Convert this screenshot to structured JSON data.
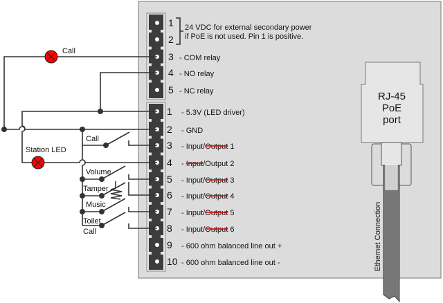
{
  "power_note": {
    "line1": "24 VDC for external secondary power",
    "line2": "if PoE is not used. Pin 1 is positive."
  },
  "upper_connector": {
    "pins": [
      {
        "num": "1",
        "label": ""
      },
      {
        "num": "2",
        "label": ""
      },
      {
        "num": "3",
        "label": "- COM relay"
      },
      {
        "num": "4",
        "label": "- NO relay"
      },
      {
        "num": "5",
        "label": "- NC relay"
      }
    ]
  },
  "lower_connector": {
    "pins": [
      {
        "num": "1",
        "prefix": "- 5.3V (LED driver)",
        "struck": "",
        "suffix": ""
      },
      {
        "num": "2",
        "prefix": "- GND",
        "struck": "",
        "suffix": ""
      },
      {
        "num": "3",
        "prefix": "- Input/",
        "struck": "Output",
        "suffix": " 1"
      },
      {
        "num": "4",
        "prefix": "- ",
        "struck": "Input",
        "suffix": "/Output 2"
      },
      {
        "num": "5",
        "prefix": "- Input/",
        "struck": "Output",
        "suffix": " 3"
      },
      {
        "num": "6",
        "prefix": "- Input/",
        "struck": "Output",
        "suffix": " 4"
      },
      {
        "num": "7",
        "prefix": "- Input/",
        "struck": "Output",
        "suffix": " 5"
      },
      {
        "num": "8",
        "prefix": "- Input/",
        "struck": "Output",
        "suffix": " 6"
      },
      {
        "num": "9",
        "prefix": "- 600 ohm balanced line out +",
        "struck": "",
        "suffix": ""
      },
      {
        "num": "10",
        "prefix": "- 600 ohm balanced line out -",
        "struck": "",
        "suffix": ""
      }
    ]
  },
  "external": {
    "call_lamp_label": "Call",
    "station_led_label": "Station LED",
    "switches": [
      {
        "label": "Call"
      },
      {
        "label": "Volume"
      },
      {
        "label": "Tamper"
      },
      {
        "label": "Music"
      },
      {
        "label": "Toilet Call",
        "line1": "Toilet",
        "line2": "Call"
      }
    ]
  },
  "rj45": {
    "line1": "RJ-45",
    "line2": "PoE",
    "line3": "port",
    "cable_label": "Ethernet Connection"
  },
  "colors": {
    "panel": "#dcdcdc",
    "connector": "#3c3c3c",
    "lamp": "#ff0000",
    "strike": "#e00000",
    "cable": "#777777"
  }
}
